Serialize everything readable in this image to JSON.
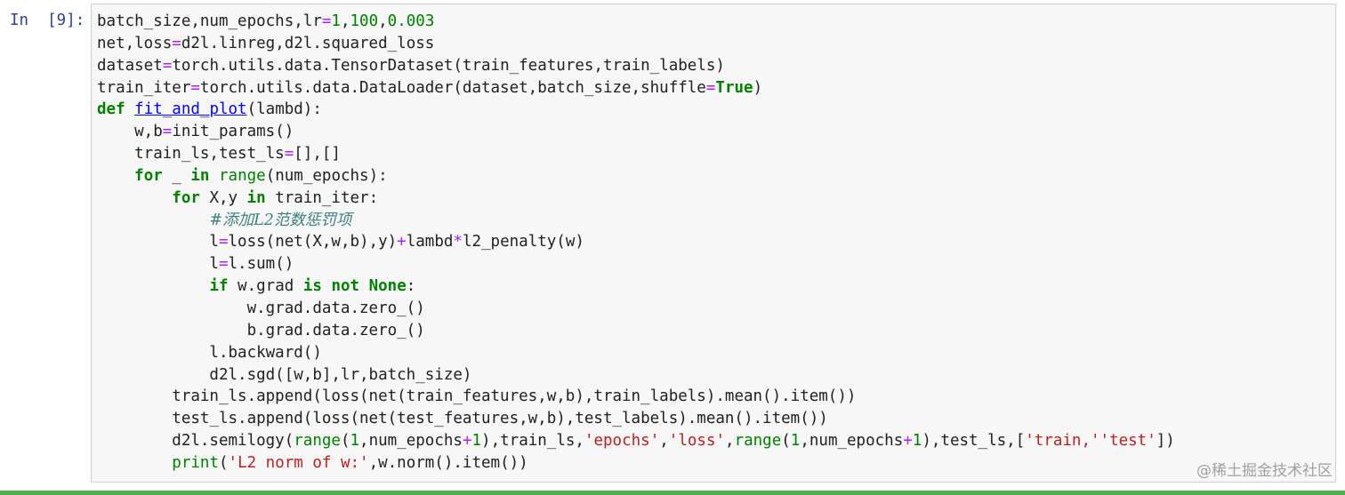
{
  "cell": {
    "prompt": "In  [9]:",
    "lines": [
      [
        [
          "t",
          "batch_size,num_epochs,lr"
        ],
        [
          "o",
          "="
        ],
        [
          "n",
          "1"
        ],
        [
          "t",
          ","
        ],
        [
          "n",
          "100"
        ],
        [
          "t",
          ","
        ],
        [
          "n",
          "0.003"
        ]
      ],
      [
        [
          "t",
          "net,loss"
        ],
        [
          "o",
          "="
        ],
        [
          "t",
          "d2l.linreg,d2l.squared_loss"
        ]
      ],
      [
        [
          "t",
          "dataset"
        ],
        [
          "o",
          "="
        ],
        [
          "t",
          "torch.utils.data.TensorDataset(train_features,train_labels)"
        ]
      ],
      [
        [
          "t",
          "train_iter"
        ],
        [
          "o",
          "="
        ],
        [
          "t",
          "torch.utils.data.DataLoader(dataset,batch_size,shuffle"
        ],
        [
          "o",
          "="
        ],
        [
          "k",
          "True"
        ],
        [
          "t",
          ")"
        ]
      ],
      [
        [
          "k",
          "def"
        ],
        [
          "t",
          " "
        ],
        [
          "f",
          "fit_and_plot"
        ],
        [
          "t",
          "(lambd):"
        ]
      ],
      [
        [
          "t",
          "    w,b"
        ],
        [
          "o",
          "="
        ],
        [
          "t",
          "init_params()"
        ]
      ],
      [
        [
          "t",
          "    train_ls,test_ls"
        ],
        [
          "o",
          "="
        ],
        [
          "t",
          "[],[]"
        ]
      ],
      [
        [
          "t",
          "    "
        ],
        [
          "k",
          "for"
        ],
        [
          "t",
          " _ "
        ],
        [
          "k",
          "in"
        ],
        [
          "t",
          " "
        ],
        [
          "b",
          "range"
        ],
        [
          "t",
          "(num_epochs):"
        ]
      ],
      [
        [
          "t",
          "        "
        ],
        [
          "k",
          "for"
        ],
        [
          "t",
          " X,y "
        ],
        [
          "k",
          "in"
        ],
        [
          "t",
          " train_iter:"
        ]
      ],
      [
        [
          "t",
          "            "
        ],
        [
          "c",
          "#添加L2范数惩罚项"
        ]
      ],
      [
        [
          "t",
          "            l"
        ],
        [
          "o",
          "="
        ],
        [
          "t",
          "loss(net(X,w,b),y)"
        ],
        [
          "o",
          "+"
        ],
        [
          "t",
          "lambd"
        ],
        [
          "o",
          "*"
        ],
        [
          "t",
          "l2_penalty(w)"
        ]
      ],
      [
        [
          "t",
          "            l"
        ],
        [
          "o",
          "="
        ],
        [
          "t",
          "l.sum()"
        ]
      ],
      [
        [
          "t",
          "            "
        ],
        [
          "k",
          "if"
        ],
        [
          "t",
          " w.grad "
        ],
        [
          "k",
          "is"
        ],
        [
          "t",
          " "
        ],
        [
          "k",
          "not"
        ],
        [
          "t",
          " "
        ],
        [
          "k",
          "None"
        ],
        [
          "t",
          ":"
        ]
      ],
      [
        [
          "t",
          "                w.grad.data.zero_()"
        ]
      ],
      [
        [
          "t",
          "                b.grad.data.zero_()"
        ]
      ],
      [
        [
          "t",
          "            l.backward()"
        ]
      ],
      [
        [
          "t",
          "            d2l.sgd([w,b],lr,batch_size)"
        ]
      ],
      [
        [
          "t",
          "        train_ls.append(loss(net(train_features,w,b),train_labels).mean().item())"
        ]
      ],
      [
        [
          "t",
          "        test_ls.append(loss(net(test_features,w,b),test_labels).mean().item())"
        ]
      ],
      [
        [
          "t",
          "        d2l.semilogy("
        ],
        [
          "b",
          "range"
        ],
        [
          "t",
          "("
        ],
        [
          "n",
          "1"
        ],
        [
          "t",
          ",num_epochs"
        ],
        [
          "o",
          "+"
        ],
        [
          "n",
          "1"
        ],
        [
          "t",
          "),train_ls,"
        ],
        [
          "s",
          "'epochs'"
        ],
        [
          "t",
          ","
        ],
        [
          "s",
          "'loss'"
        ],
        [
          "t",
          ","
        ],
        [
          "b",
          "range"
        ],
        [
          "t",
          "("
        ],
        [
          "n",
          "1"
        ],
        [
          "t",
          ",num_epochs"
        ],
        [
          "o",
          "+"
        ],
        [
          "n",
          "1"
        ],
        [
          "t",
          "),test_ls,["
        ],
        [
          "s",
          "'train,''test'"
        ],
        [
          "t",
          "])"
        ]
      ],
      [
        [
          "t",
          "        "
        ],
        [
          "b",
          "print"
        ],
        [
          "t",
          "("
        ],
        [
          "s",
          "'L2 norm of w:'"
        ],
        [
          "t",
          ",w.norm().item())"
        ]
      ]
    ]
  },
  "watermark": "@稀土掘金技术社区",
  "colors": {
    "prompt": "#303F9F",
    "keyword": "#008000",
    "operator": "#AA22FF",
    "string": "#BA2121",
    "comment": "#408080",
    "function_def": "#0000FF",
    "cell_background": "#f7f7f7",
    "cell_border": "#cfcfcf"
  }
}
